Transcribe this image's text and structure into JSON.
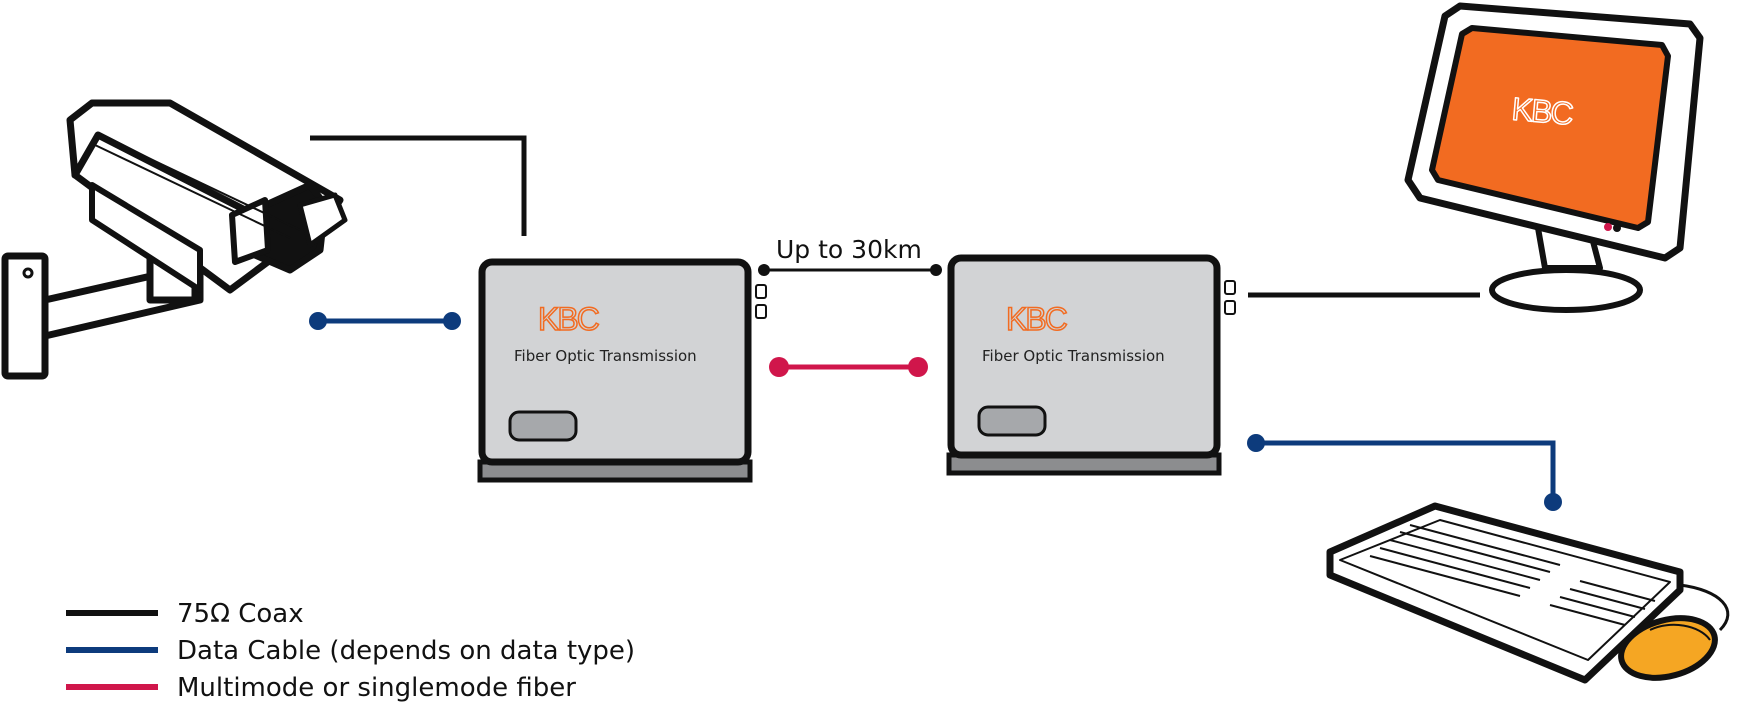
{
  "brand": {
    "logo_text": "KBC",
    "colors": {
      "orange": "#f26b21",
      "coax": "#111111",
      "data": "#0d3b7c",
      "fiber": "#d0164b",
      "unit_gray": "#d2d3d5",
      "unit_base": "#8c8d8f"
    }
  },
  "units": [
    {
      "logo": "KBC",
      "label": "Fiber Optic Transmission"
    },
    {
      "logo": "KBC",
      "label": "Fiber Optic Transmission"
    }
  ],
  "link": {
    "distance_label": "Up to 30km"
  },
  "monitor": {
    "logo": "KBC"
  },
  "legend": [
    {
      "label": "75Ω Coax",
      "color": "#111111"
    },
    {
      "label": "Data Cable (depends on data type)",
      "color": "#0d3b7c"
    },
    {
      "label": "Multimode or singlemode fiber",
      "color": "#d0164b"
    }
  ],
  "icons": [
    "camera-icon",
    "monitor-icon",
    "keyboard-icon",
    "mouse-icon"
  ]
}
